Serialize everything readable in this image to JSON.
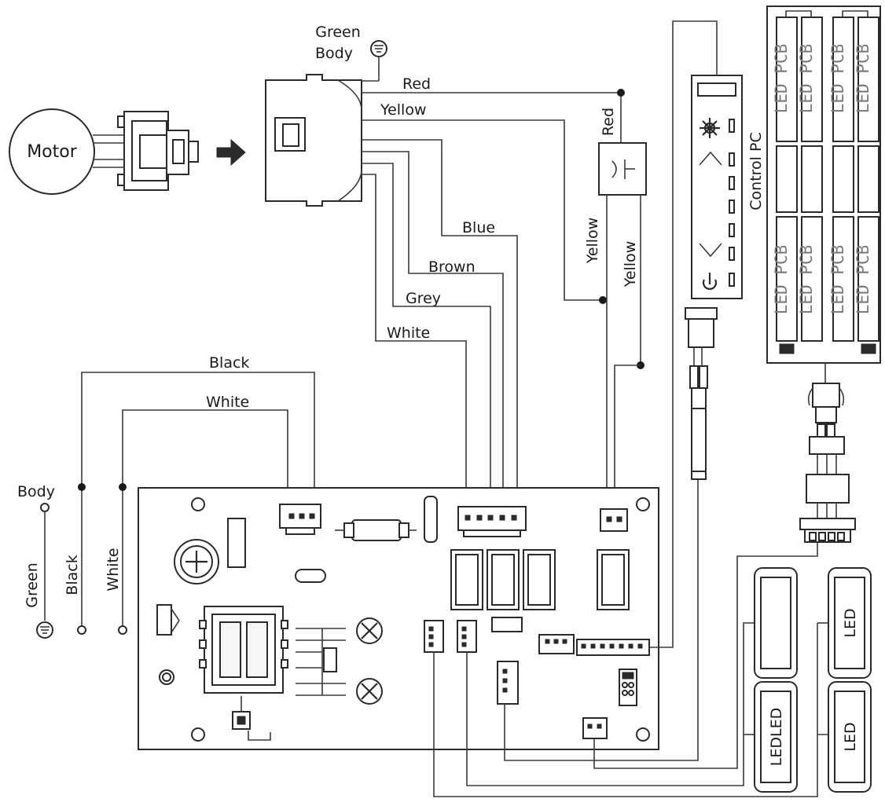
{
  "motor": {
    "label": "Motor"
  },
  "ground_top": {
    "line1": "Green",
    "line2": "Body"
  },
  "wires_top": {
    "red": "Red",
    "yellow": "Yellow",
    "red_vertical": "Red",
    "yellow_left": "Yellow",
    "yellow_right": "Yellow"
  },
  "wires_motor": {
    "blue": "Blue",
    "brown": "Brown",
    "grey": "Grey",
    "white": "White"
  },
  "mains": {
    "black": "Black",
    "white": "White"
  },
  "earth_terminals": {
    "body": "Body",
    "green": "Green",
    "black": "Black",
    "white": "White"
  },
  "control_panel": {
    "label": "Control PC"
  },
  "led_strip": {
    "pcb_label": "LED PCB"
  },
  "led_lamps": [
    {
      "label": ""
    },
    {
      "label": "LED"
    },
    {
      "label": "LEDLED"
    },
    {
      "label": "LED"
    }
  ]
}
